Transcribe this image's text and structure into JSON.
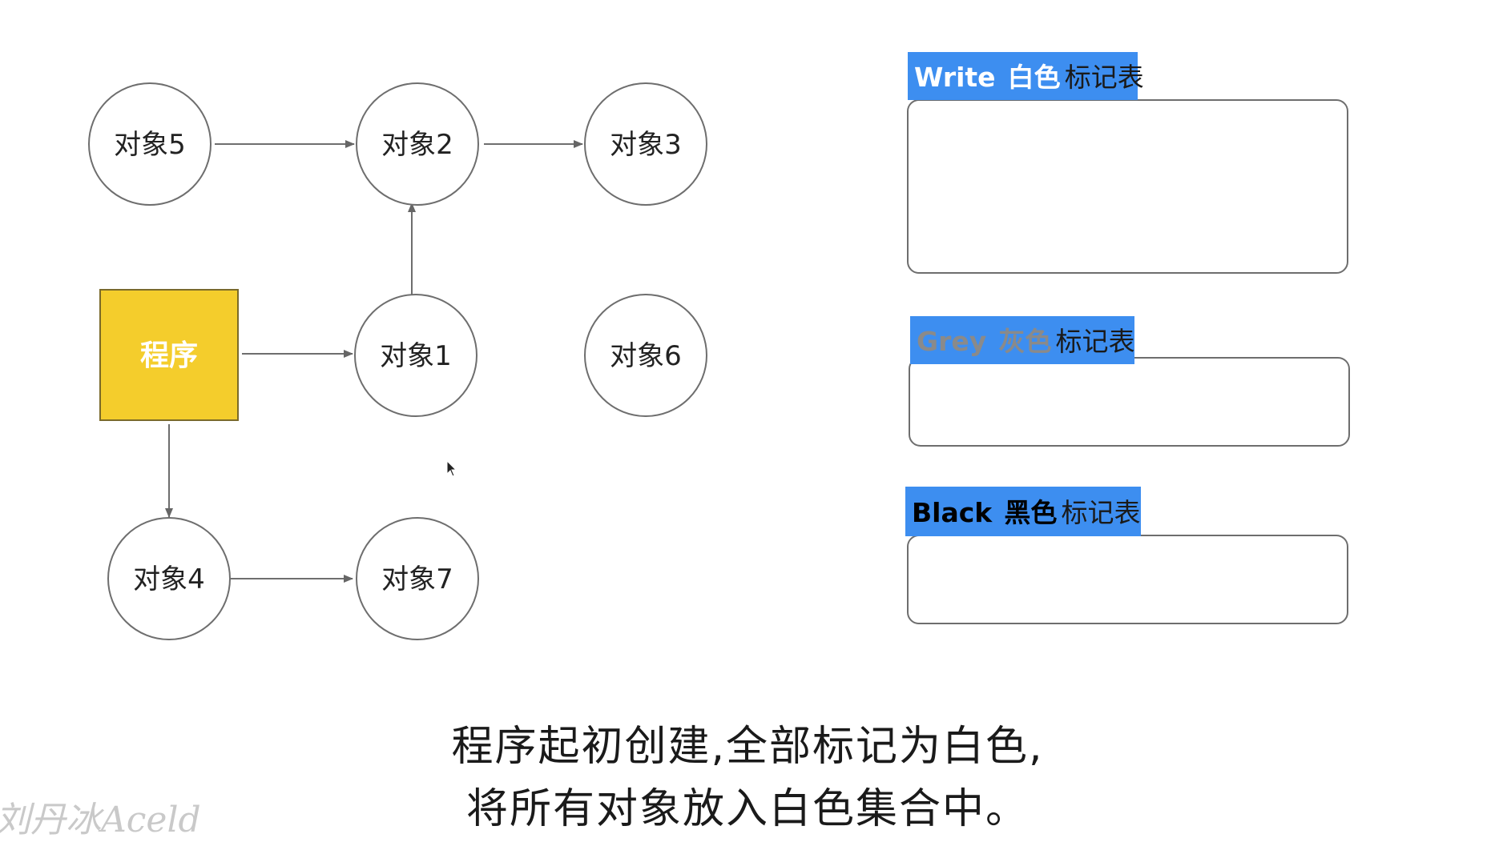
{
  "diagram": {
    "program": {
      "label": "程序",
      "color": "#f4cd2c"
    },
    "objects": [
      {
        "id": "obj5",
        "label": "对象5"
      },
      {
        "id": "obj2",
        "label": "对象2"
      },
      {
        "id": "obj3",
        "label": "对象3"
      },
      {
        "id": "obj1",
        "label": "对象1"
      },
      {
        "id": "obj6",
        "label": "对象6"
      },
      {
        "id": "obj4",
        "label": "对象4"
      },
      {
        "id": "obj7",
        "label": "对象7"
      }
    ],
    "edges": [
      {
        "from": "obj5",
        "to": "obj2"
      },
      {
        "from": "obj2",
        "to": "obj3"
      },
      {
        "from": "obj1",
        "to": "obj2"
      },
      {
        "from": "program",
        "to": "obj1"
      },
      {
        "from": "program",
        "to": "obj4"
      },
      {
        "from": "obj4",
        "to": "obj7"
      }
    ]
  },
  "tables": {
    "tab_color": "#3d8ef0",
    "white": {
      "en": "Write",
      "cn_color": "白色",
      "suffix": "标记表"
    },
    "grey": {
      "en": "Grey",
      "cn_color": "灰色",
      "suffix": "标记表",
      "label_color": "#8a8a8a"
    },
    "black": {
      "en": "Black",
      "cn_color": "黑色",
      "suffix": "标记表"
    }
  },
  "caption": {
    "line1": "程序起初创建,全部标记为白色,",
    "line2": "将所有对象放入白色集合中。"
  },
  "watermark": {
    "text": "刘丹冰Aceld"
  }
}
